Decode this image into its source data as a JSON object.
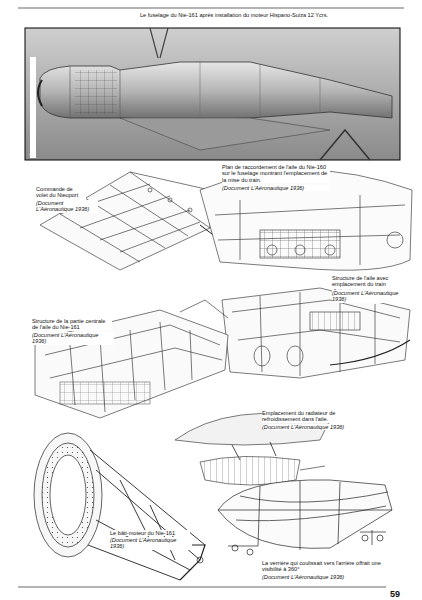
{
  "diagram": {
    "labels": [
      "Le fuselage du Nie-161 après installation du moteur Hispano-Suiza 12 Ycrs.",
      "(© Musée de l'Air et de l'Espace - Le Bourget)",
      "Plan de raccordement de l'aile du Nie-160 sur le fuselage montrant l'emplacement de la mise du train.",
      "(Document L'Aéronautique 1936)",
      "Commande de volet du Nieuport 160.",
      "(Document L'Aéronautique 1936)",
      "Structure de l'aile avec emplacement du train d'atterrissage.",
      "(Document L'Aéronautique 1936)",
      "Structure de la partie centrale de l'aile du Nie-161",
      "(Document L'Aéronautique 1936)",
      "Emplacement du radiateur de refroidissement dans l'aile.",
      "(Document L'Aéronautique 1936)",
      "Le bâti-moteur du Nie-161",
      "(Document L'Aéronautique 1936)",
      "La verrière qui coulissait vers l'arrière offrait une visibilité à 360°",
      "(Document L'Aéronautique 1936)",
      "59"
    ]
  }
}
